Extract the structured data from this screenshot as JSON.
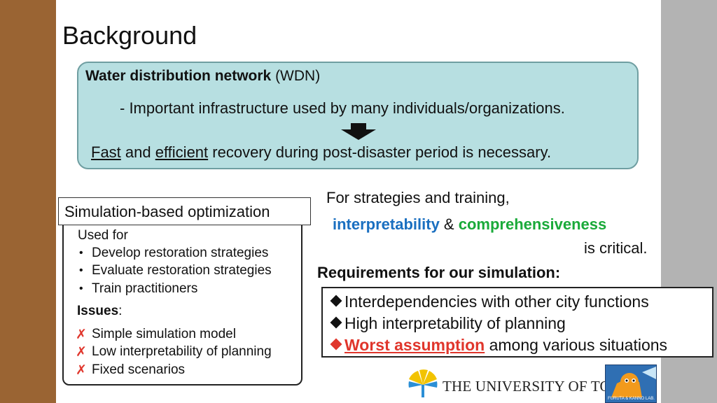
{
  "slide": {
    "title": "Background",
    "accent_colors": {
      "left_band": "#9a6433",
      "right_band": "#b3b3b3",
      "wdn_box": "#b7dfe1"
    }
  },
  "wdn": {
    "heading_bold": "Water distribution network",
    "heading_rest": " (WDN)",
    "line1": "- Important infrastructure used by many individuals/organizations.",
    "line2_fast": "Fast",
    "line2_and": " and ",
    "line2_efficient": "efficient",
    "line2_rest": " recovery during post-disaster period is necessary.",
    "arrow_icon": "down-arrow-icon"
  },
  "simulation": {
    "title": "Simulation-based optimization",
    "used_for_label": "Used for",
    "uses": [
      "Develop restoration strategies",
      "Evaluate restoration strategies",
      "Train practitioners"
    ],
    "issues_label": "Issues",
    "issues_colon": ":",
    "issues": [
      "Simple simulation model",
      "Low interpretability of planning",
      "Fixed scenarios"
    ],
    "bullet_glyph": "•",
    "x_glyph": "✗"
  },
  "strategy": {
    "line1": "For strategies and training,",
    "interpretability": "interpretability",
    "amp": " & ",
    "comprehensiveness": "comprehensiveness",
    "line3": "is critical.",
    "colors": {
      "interpretability": "#1a6fc0",
      "comprehensiveness": "#1aaa3a"
    }
  },
  "requirements": {
    "heading": "Requirements for our simulation:",
    "item1": "Interdependencies with other city functions",
    "item2": "High interpretability of planning",
    "item3_highlight": "Worst assumption",
    "item3_rest": " among various situations",
    "highlight_color": "#e0362c"
  },
  "footer": {
    "university": "THE UNIVERSITY OF TOKYO",
    "lab": "FURUTA & KANNO LAB."
  }
}
